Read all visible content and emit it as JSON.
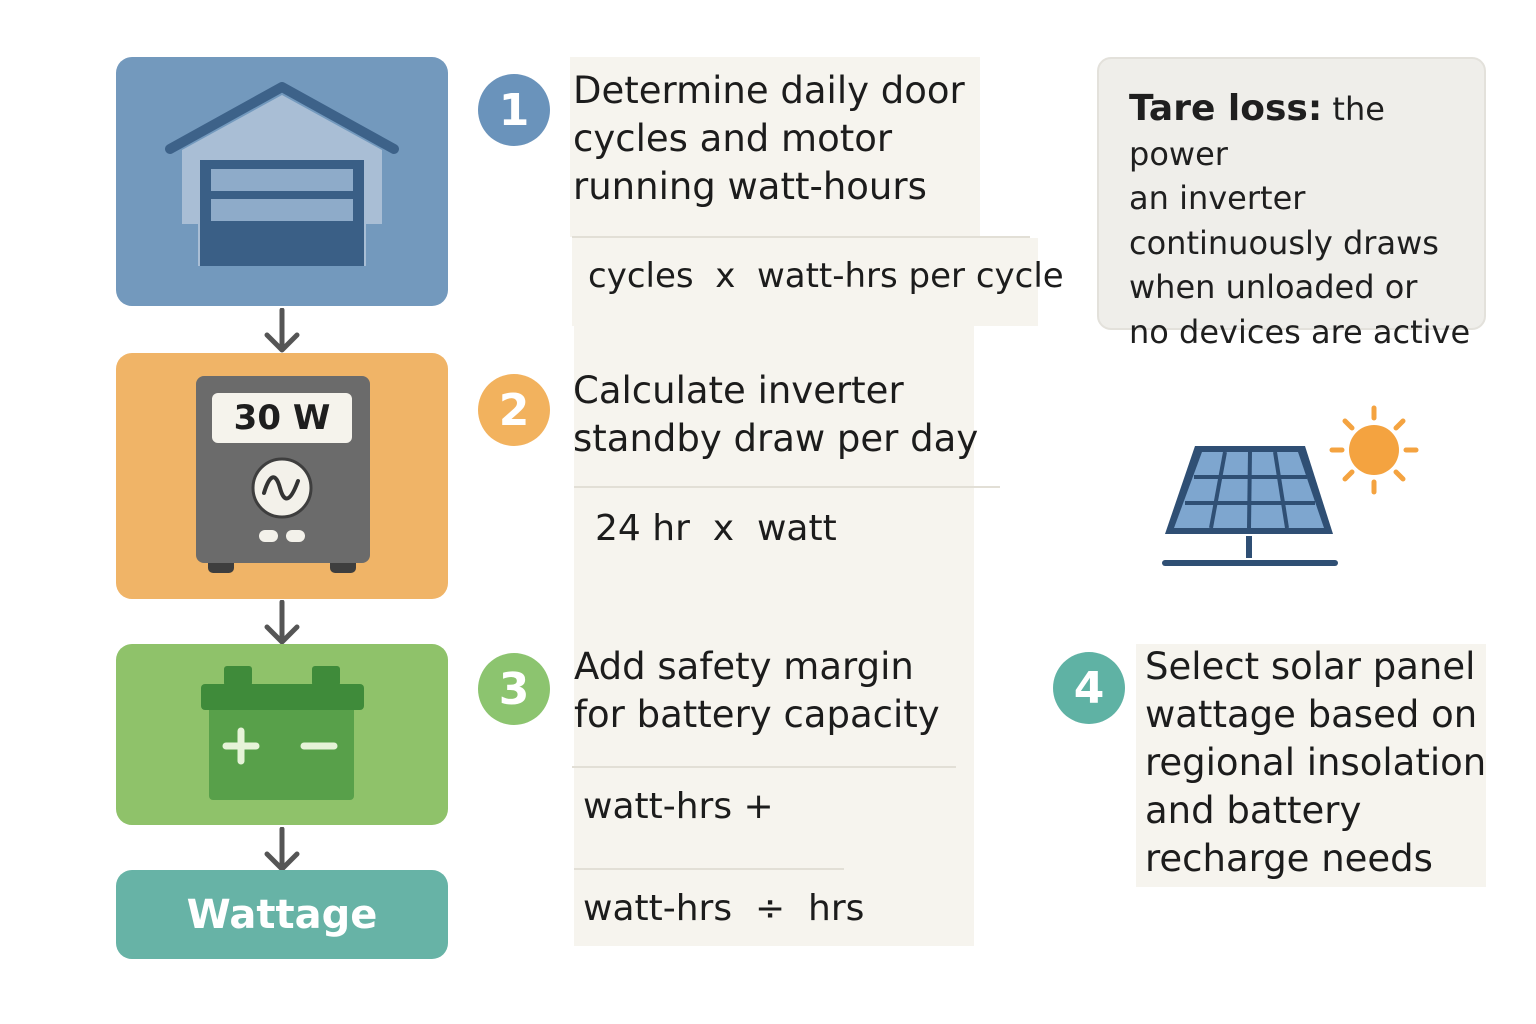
{
  "left_flow": {
    "inverter_display": "30 W",
    "final_label": "Wattage"
  },
  "steps": [
    {
      "number": "1",
      "title_lines": [
        "Determine daily door",
        "cycles and motor",
        "running watt-hours"
      ],
      "formula": "cycles  x  watt-hrs per cycle"
    },
    {
      "number": "2",
      "title_lines": [
        "Calculate inverter",
        "standby draw per day"
      ],
      "formula": "24 hr  x  watt"
    },
    {
      "number": "3",
      "title_lines": [
        "Add safety margin",
        "for battery capacity"
      ],
      "formulas": [
        "watt-hrs +",
        "watt-hrs  ÷  hrs"
      ]
    },
    {
      "number": "4",
      "title_lines": [
        "Select solar panel",
        "wattage based on",
        "regional insolation",
        "and battery",
        "recharge needs"
      ]
    }
  ],
  "definition": {
    "term": "Tare loss:",
    "lines": [
      "the power",
      "an inverter",
      "continuously draws",
      "when unloaded or",
      "no devices are active"
    ]
  },
  "icons": [
    "garage-door-icon",
    "inverter-icon",
    "sine-wave-icon",
    "battery-icon",
    "solar-panel-icon",
    "sun-icon",
    "down-arrow-icon"
  ],
  "colors": {
    "step1": "#6a93bb",
    "step2": "#f2b25e",
    "step3": "#8cc46f",
    "step4": "#5fb2a4"
  }
}
